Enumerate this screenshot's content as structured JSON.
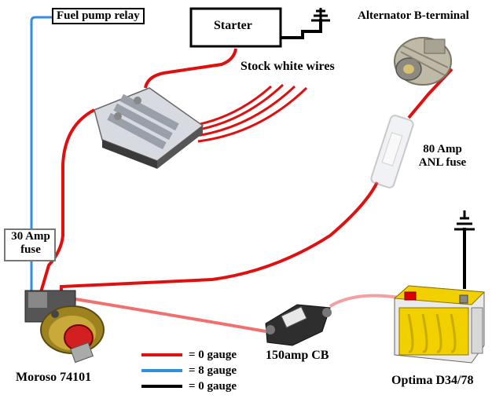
{
  "labels": {
    "fuel_pump_relay": "Fuel pump relay",
    "starter": "Starter",
    "stock_white_wires": "Stock white wires",
    "alternator": "Alternator B-terminal",
    "fuse_80_line1": "80 Amp",
    "fuse_80_line2": "ANL fuse",
    "fuse_30_line1": "30 Amp",
    "fuse_30_line2": "fuse",
    "moroso": "Moroso 74101",
    "cb150": "150amp CB",
    "optima": "Optima D34/78"
  },
  "legend": [
    {
      "text": "= 0 gauge",
      "color": "#e01010"
    },
    {
      "text": "= 8 gauge",
      "color": "#2f8fe0"
    },
    {
      "text": "= 0 gauge",
      "color": "#000000"
    }
  ],
  "colors": {
    "wire_red": "#e01010",
    "wire_blue": "#2f8fe0",
    "wire_black": "#000000",
    "battery_yellow": "#f2d000"
  }
}
